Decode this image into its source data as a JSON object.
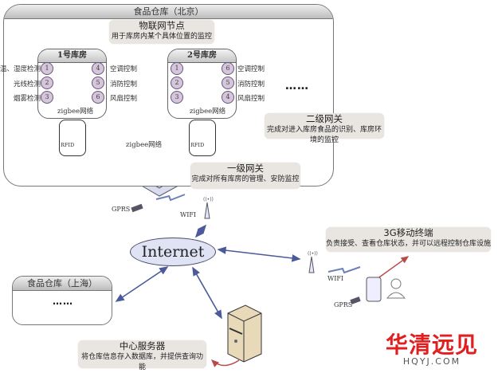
{
  "beijing_warehouse": {
    "title": "食品仓库（北京）",
    "more": "……",
    "rooms": [
      {
        "title": "1号库房",
        "left_nodes": [
          {
            "num": "1",
            "label": "温、湿度检测"
          },
          {
            "num": "2",
            "label": "光线检测"
          },
          {
            "num": "3",
            "label": "烟雾检测"
          }
        ],
        "right_nodes": [
          {
            "num": "4",
            "label": "空调控制"
          },
          {
            "num": "5",
            "label": "消防控制"
          },
          {
            "num": "6",
            "label": "风扇控制"
          }
        ],
        "network": "zigbee网络",
        "rfid": "RFID"
      },
      {
        "title": "2号库房",
        "left_nodes": [
          {
            "num": "1",
            "label": ""
          },
          {
            "num": "2",
            "label": ""
          },
          {
            "num": "3",
            "label": ""
          }
        ],
        "right_nodes": [
          {
            "num": "6",
            "label": "空调控制"
          },
          {
            "num": "5",
            "label": "消防控制"
          },
          {
            "num": "4",
            "label": "风扇控制"
          }
        ],
        "network": "zigbee网络",
        "rfid": "RFID"
      }
    ],
    "inter_network": "zigbee网络"
  },
  "callouts": {
    "iot_node": {
      "title": "物联网节点",
      "desc": "用于库房内某个具体位置的监控"
    },
    "level2_gateway": {
      "title": "二级网关",
      "desc": "完成对进入库房食品的识别、库房环境的监控"
    },
    "level1_gateway": {
      "title": "一级网关",
      "desc": "完成对所有库房的管理、安防监控"
    },
    "mobile_terminal": {
      "title": "3G移动终端",
      "desc": "负责接受、查看仓库状态，并可以远程控制仓库设施"
    },
    "central_server": {
      "title": "中心服务器",
      "desc": "将仓库信息存入数据库，并提供查询功能"
    }
  },
  "gateway_labels": {
    "gprs": "GPRS",
    "wifi": "WIFI"
  },
  "internet": "Internet",
  "mobile_labels": {
    "wifi": "WIFI",
    "gprs": "GPRS"
  },
  "shanghai_warehouse": {
    "title": "食品仓库（上海）",
    "more": "……"
  },
  "logo": {
    "cn": "华清远见",
    "en": "HQYJ.COM",
    "color": "#e02020"
  },
  "colors": {
    "red_arrow": "#b84a4a",
    "blue_arrow": "#4a5a9a",
    "node_fill": "#d5c5dd",
    "callout_bg": "#e9e6e2",
    "internet_fill": "#dfe3f4"
  }
}
